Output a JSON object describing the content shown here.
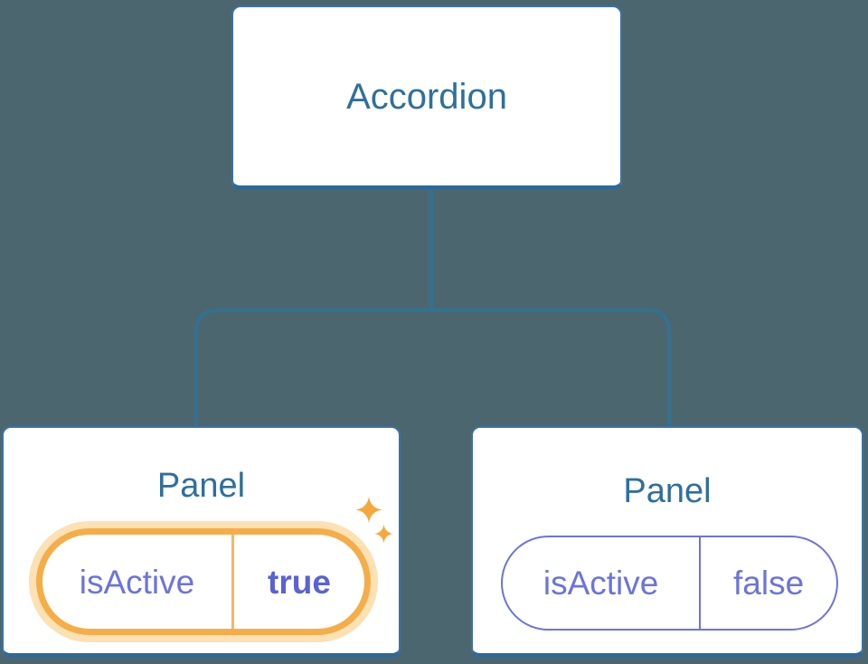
{
  "colors": {
    "canvas-bg": "#4C6670",
    "node-bg": "#FFFFFF",
    "node-border": "#3C72A4",
    "node-border-bottom": "#2F6898",
    "node-text": "#2F6F9C",
    "connector": "#2E7396",
    "state-purple": "#6B74DB",
    "state-purple-strong": "#5A62D4",
    "highlight-orange": "#F5AD49",
    "highlight-halo": "#FBE1B3",
    "highlight-divider": "#F2B968",
    "sparkle-orange": "#F5A83B"
  },
  "tree": {
    "root": {
      "label": "Accordion"
    },
    "panels": [
      {
        "title": "Panel",
        "state_key": "isActive",
        "state_value": "true",
        "active": true,
        "icon": "sparkle-icon"
      },
      {
        "title": "Panel",
        "state_key": "isActive",
        "state_value": "false",
        "active": false
      }
    ]
  }
}
